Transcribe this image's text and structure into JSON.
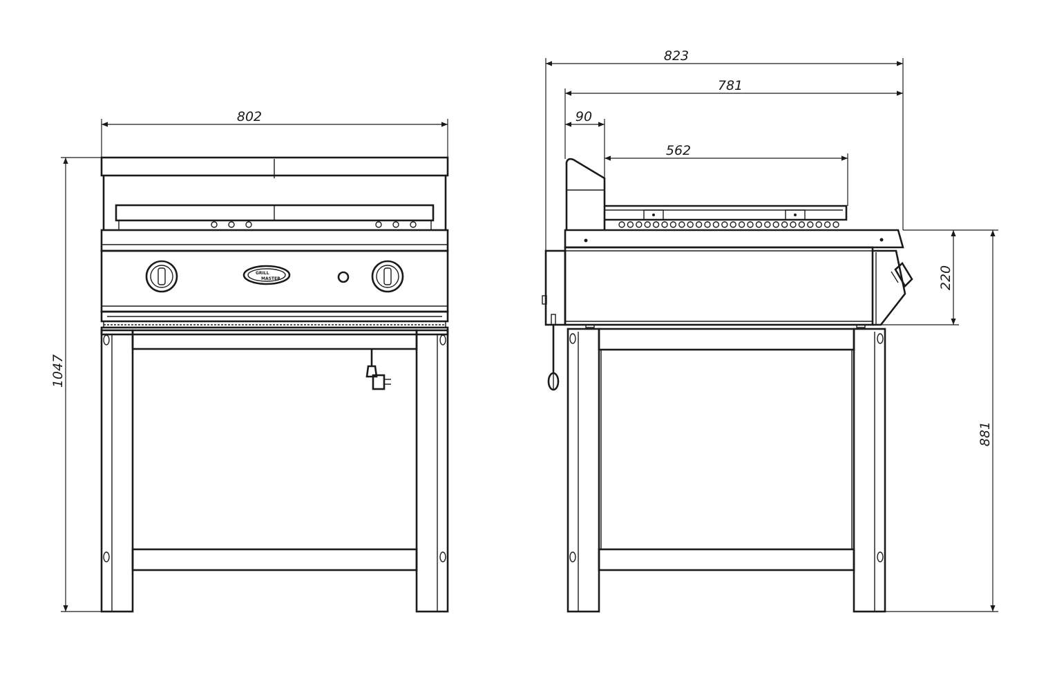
{
  "dimensions": {
    "front_width": "802",
    "total_height": "1047",
    "side_depth_overall": "823",
    "side_depth_body": "781",
    "backsplash_depth": "90",
    "grill_surface_depth": "562",
    "body_height": "220",
    "stand_height": "881"
  },
  "logo": {
    "line1": "GRILL",
    "line2": "MASTER"
  },
  "icons": {
    "knob_left": "control-knob-icon",
    "knob_right": "control-knob-icon",
    "indicator": "indicator-light-icon",
    "plug": "power-plug-icon"
  }
}
